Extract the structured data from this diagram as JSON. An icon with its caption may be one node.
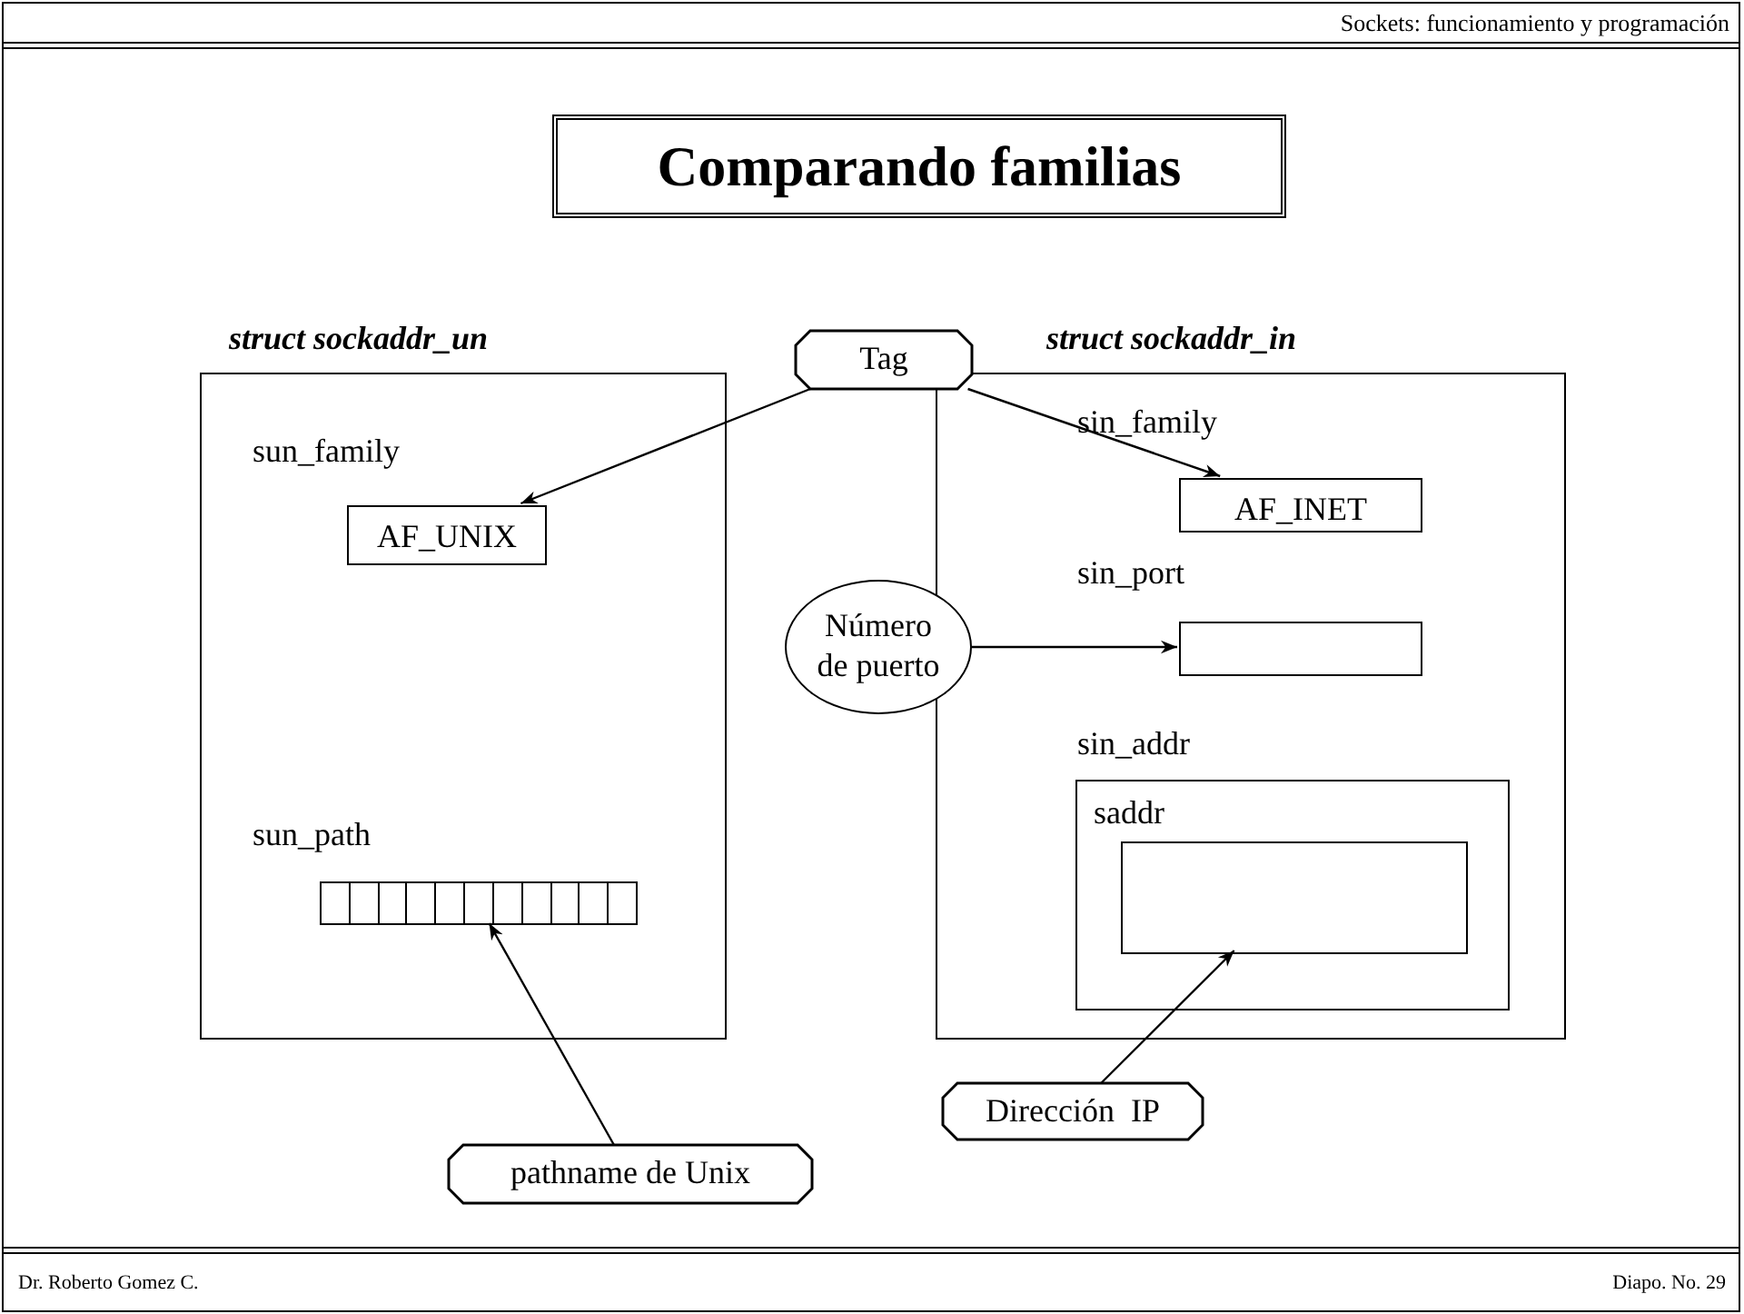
{
  "diagram": {
    "title": "Comparando familias",
    "nodes": [
      {
        "text": [
          "struct sockaddr_un",
          "sun_family",
          "sun_path"
        ]
      },
      {
        "text": [
          "AF_UNIX"
        ],
        "in": 0
      },
      {
        "text": [],
        "shape": "bar",
        "in": 0
      },
      {
        "text": [
          "struct sockaddr_in",
          "sin_family",
          "sin_port",
          "sin_addr"
        ]
      },
      {
        "text": [
          "AF_INET"
        ],
        "in": 3
      },
      {
        "text": [],
        "shape": "box",
        "in": 3
      },
      {
        "text": [
          "saddr"
        ],
        "in": 3
      },
      {
        "text": [],
        "shape": "box",
        "in": 6
      },
      {
        "text": [
          "Tag"
        ]
      },
      {
        "text": [
          "Número de puerto"
        ]
      },
      {
        "text": [
          "pathname de Unix"
        ]
      },
      {
        "text": [
          "Dirección  IP"
        ]
      }
    ],
    "edges": [
      {
        "from": 8,
        "to": 1,
        "arrow": "to"
      },
      {
        "from": 8,
        "to": 4,
        "arrow": "to"
      },
      {
        "from": 9,
        "to": 5,
        "arrow": "to"
      },
      {
        "from": 10,
        "to": 2,
        "arrow": "to"
      },
      {
        "from": 11,
        "to": 7,
        "arrow": "to"
      }
    ],
    "labels": [
      "Sockets: funcionamiento y programación",
      "Dr.  Roberto Gomez  C.",
      "Diapo. No. 29"
    ]
  }
}
